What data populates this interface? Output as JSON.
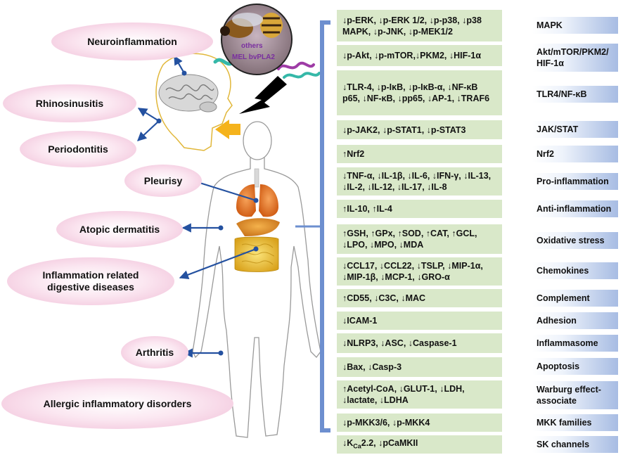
{
  "diseases": [
    {
      "label": "Neuroinflammation"
    },
    {
      "label": "Rhinosinusitis"
    },
    {
      "label": "Periodontitis"
    },
    {
      "label": "Pleurisy"
    },
    {
      "label": "Atopic dermatitis"
    },
    {
      "label": "Inflammation related digestive diseases"
    },
    {
      "label": "Arthritis"
    },
    {
      "label": "Allergic inflammatory disorders"
    }
  ],
  "venom": {
    "others_label": "others",
    "components_label": "MEL bvPLA2"
  },
  "rows": [
    {
      "effects": "↓p-ERK, ↓p-ERK 1/2, ↓p-p38, ↓p38 MAPK, ↓p-JNK, ↓p-MEK1/2",
      "pathway": "MAPK"
    },
    {
      "effects": "↓p-Akt, ↓p-mTOR,↓PKM2, ↓HIF-1α",
      "pathway": "Akt/mTOR/PKM2/ HIF-1α"
    },
    {
      "effects": "↓TLR-4, ↓p-IκB, ↓p-IκB-α, ↓NF-κB p65, ↓NF-κB, ↓pp65, ↓AP-1, ↓TRAF6",
      "pathway": "TLR4/NF-κB"
    },
    {
      "effects": "↓p-JAK2, ↓p-STAT1, ↓p-STAT3",
      "pathway": "JAK/STAT"
    },
    {
      "effects": "↑Nrf2",
      "pathway": "Nrf2"
    },
    {
      "effects": "↓TNF-α, ↓IL-1β, ↓IL-6, ↓IFN-γ, ↓IL-13, ↓IL-2, ↓IL-12, ↓IL-17, ↓IL-8",
      "pathway": "Pro-inflammation"
    },
    {
      "effects": "↑IL-10, ↑IL-4",
      "pathway": "Anti-inflammation"
    },
    {
      "effects": "↑GSH, ↑GPx, ↑SOD, ↑CAT, ↑GCL, ↓LPO, ↓MPO, ↓MDA",
      "pathway": "Oxidative stress"
    },
    {
      "effects": "↓CCL17, ↓CCL22, ↓TSLP, ↓MIP-1α, ↓MIP-1β, ↓MCP-1, ↓GRO-α",
      "pathway": "Chemokines"
    },
    {
      "effects": "↑CD55, ↓C3C, ↓MAC",
      "pathway": "Complement"
    },
    {
      "effects": "↓ICAM-1",
      "pathway": "Adhesion"
    },
    {
      "effects": "↓NLRP3, ↓ASC, ↓Caspase-1",
      "pathway": "Inflammasome"
    },
    {
      "effects": "↓Bax, ↓Casp-3",
      "pathway": "Apoptosis"
    },
    {
      "effects": "↑Acetyl-CoA, ↓GLUT-1, ↓LDH, ↓lactate, ↓LDHA",
      "pathway": "Warburg effect-associate"
    },
    {
      "effects": "↓p-MKK3/6, ↓p-MKK4",
      "pathway": "MKK families"
    },
    {
      "effects": "↓KCa2.2, ↓pCaMKII",
      "pathway": "SK channels"
    }
  ],
  "colors": {
    "ellipse_pink": "#f0bcd6",
    "green_box": "#d9e8c9",
    "blue_box": "#a7bce3",
    "arrow_blue": "#2451a0",
    "bracket_blue": "#6d8fcf",
    "arrow_orange": "#f5b31c"
  }
}
